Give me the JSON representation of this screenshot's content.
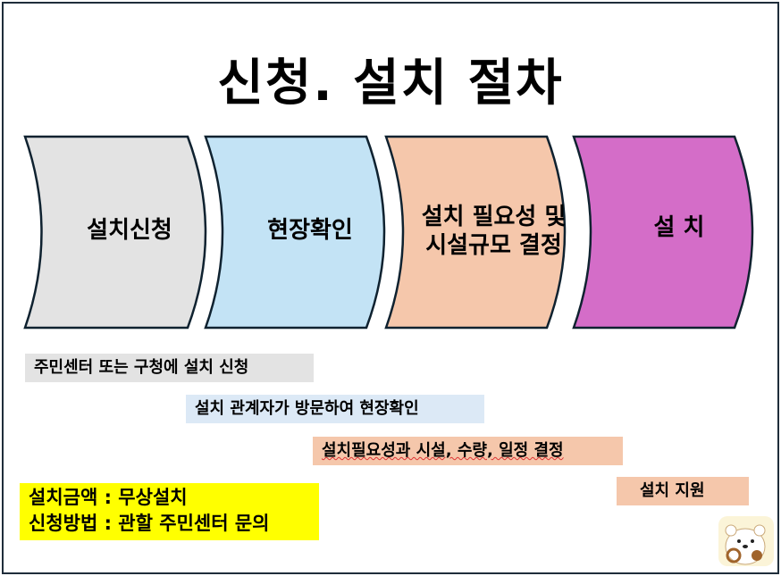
{
  "title": "신청. 설치 절차",
  "steps": [
    {
      "label": "설치신청",
      "fill": "#e3e3e3"
    },
    {
      "label": "현장확인",
      "fill": "#c3e3f5"
    },
    {
      "label": "설치 필요성 및\n시설규모 결정",
      "fill": "#f5c7ab"
    },
    {
      "label": "설 치",
      "fill": "#d46dc8"
    }
  ],
  "bars": [
    {
      "text": "주민센터 또는 구청에 설치 신청",
      "fill": "#e3e3e3"
    },
    {
      "text": "설치 관계자가 방문하여 현장확인",
      "fill": "#dce9f6"
    },
    {
      "text": "설치필요성과 시설, 수량, 일정 결정",
      "fill": "#f5c7ab"
    },
    {
      "text": "설치 지원",
      "fill": "#f5c7ab"
    }
  ],
  "info": {
    "line1": "설치금액 : 무상설치",
    "line2": "신청방법 : 관할 주민센터 문의"
  },
  "colors": {
    "outline": "#0f2230",
    "frame": "#1f2d3a",
    "highlight": "#ffff00"
  },
  "mascot_icon": "bear-with-pretzel-icon"
}
